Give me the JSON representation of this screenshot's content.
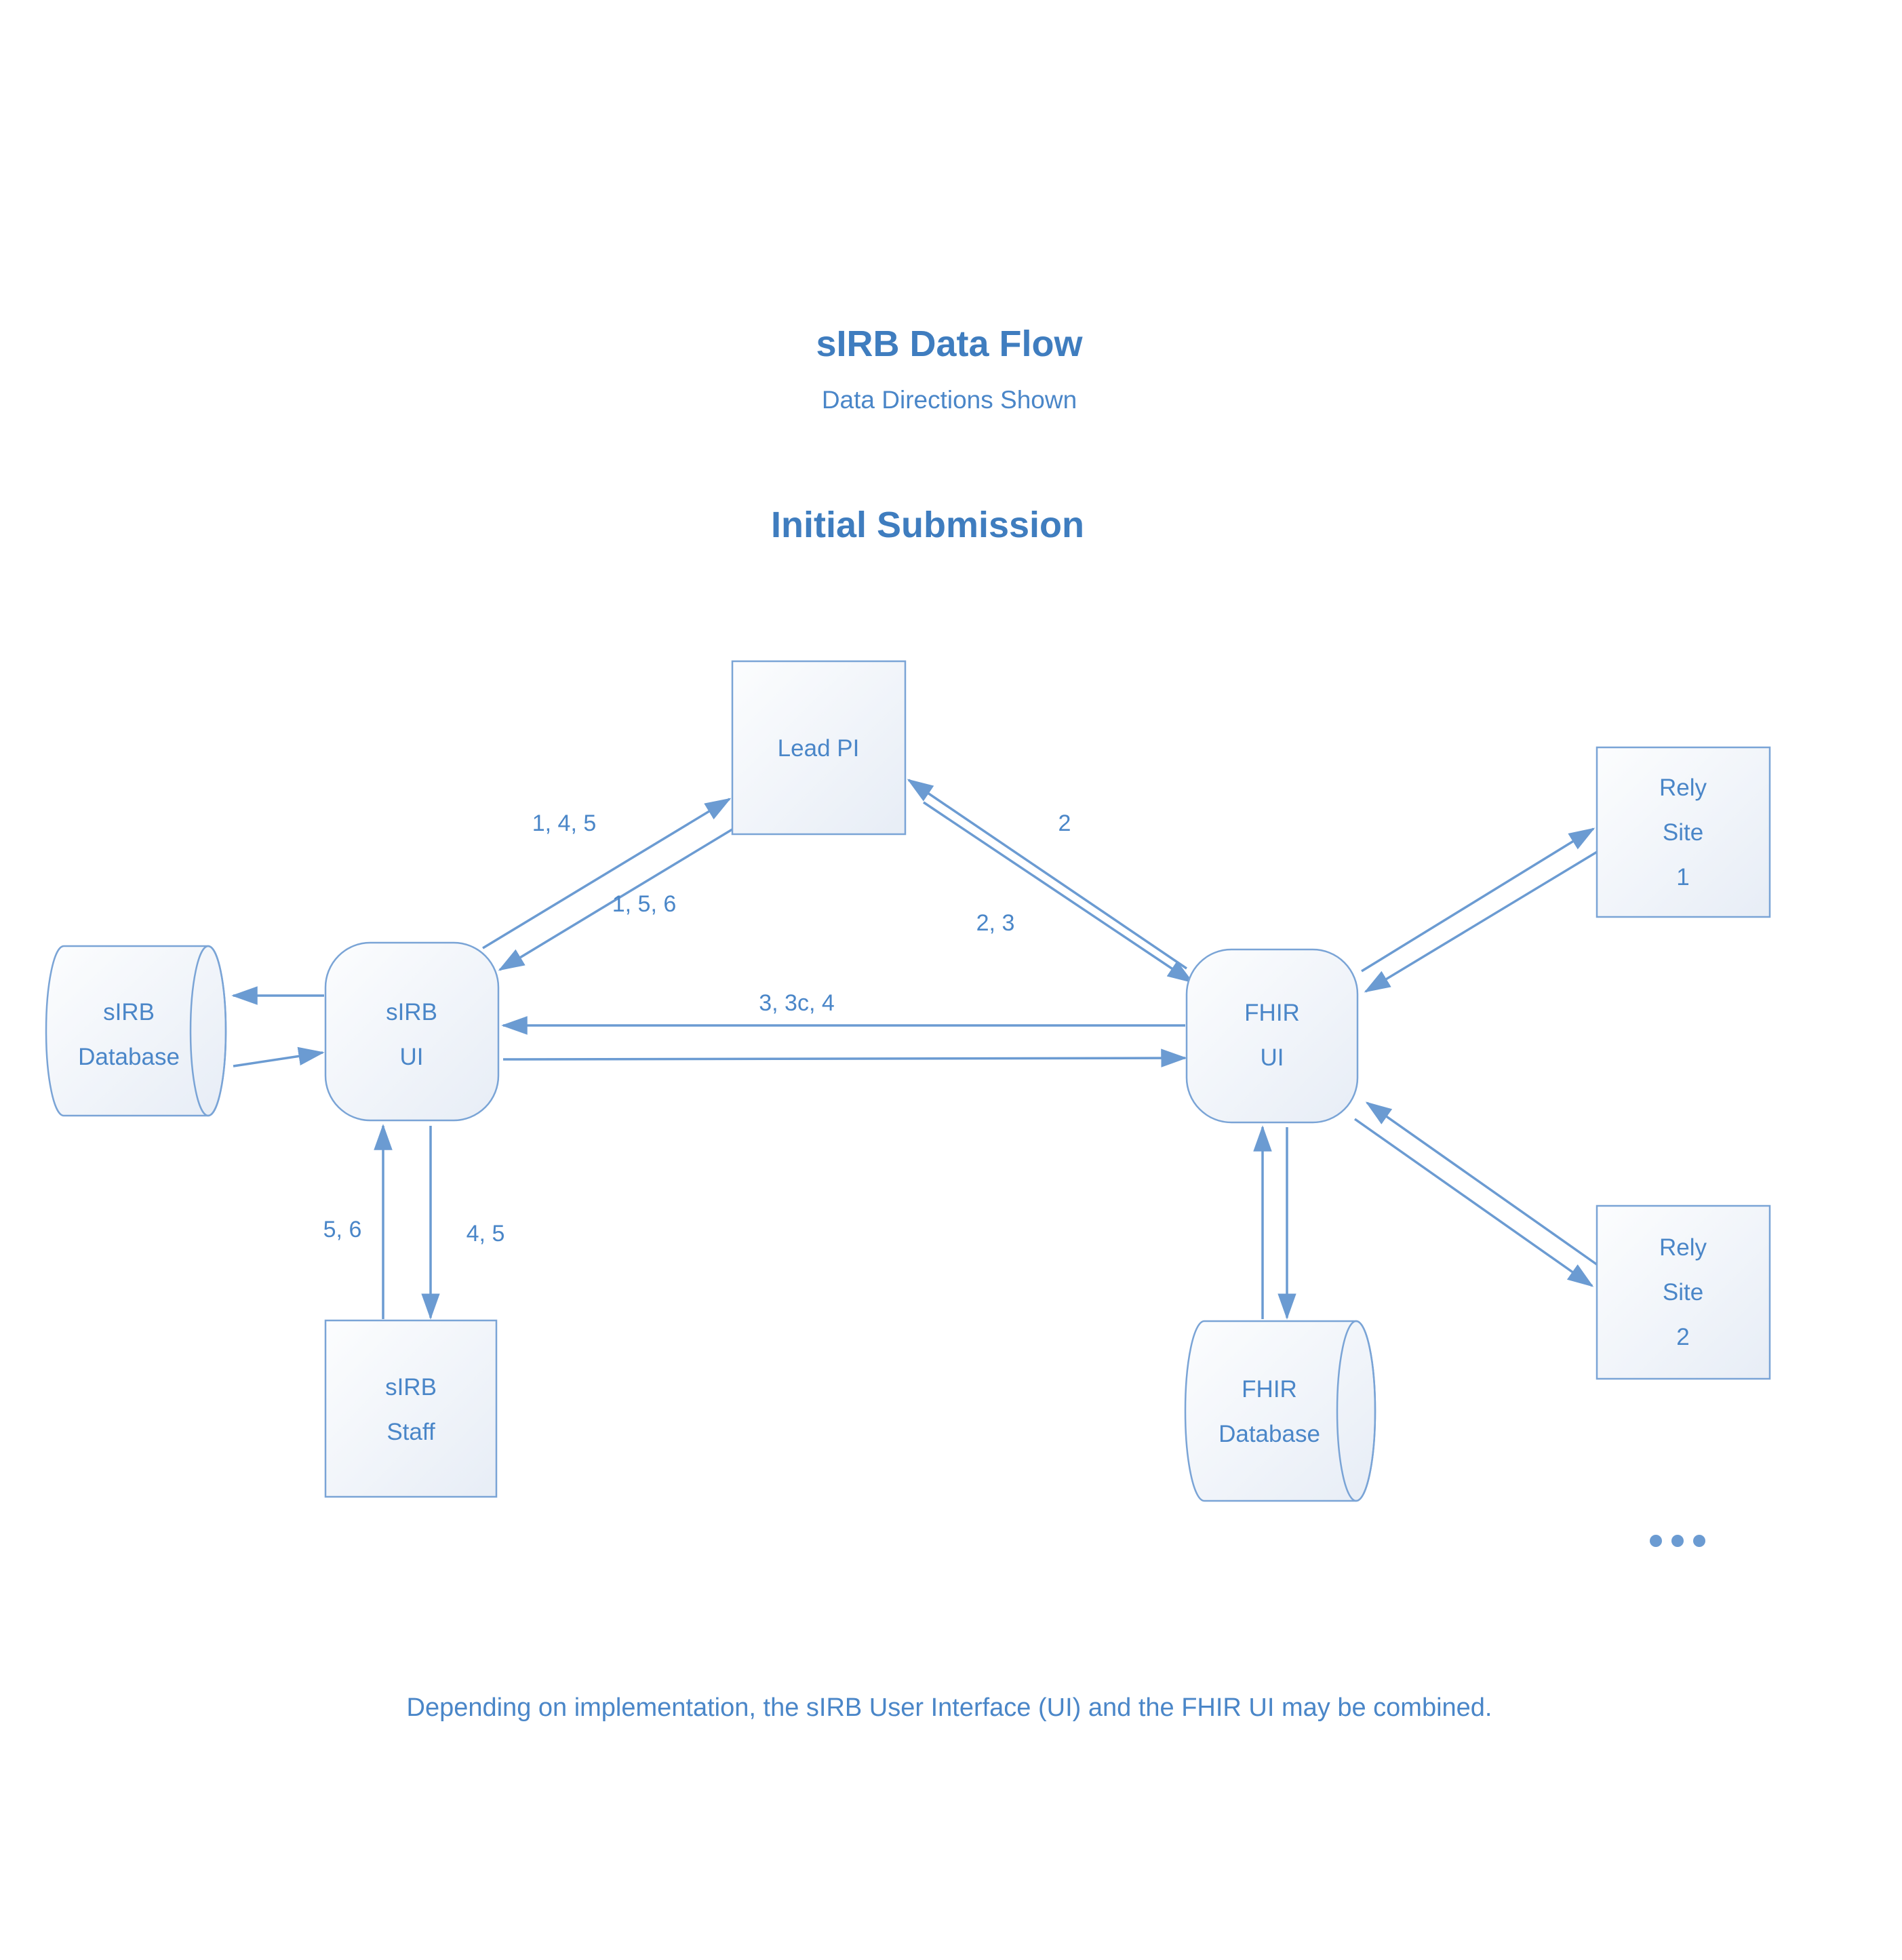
{
  "title": "sIRB Data Flow",
  "subtitle": "Data Directions Shown",
  "section_heading": "Initial Submission",
  "nodes": {
    "lead_pi": {
      "label": "Lead PI"
    },
    "sirb_database": {
      "line1": "sIRB",
      "line2": "Database"
    },
    "sirb_ui": {
      "line1": "sIRB",
      "line2": "UI"
    },
    "fhir_ui": {
      "line1": "FHIR",
      "line2": "UI"
    },
    "sirb_staff": {
      "line1": "sIRB",
      "line2": "Staff"
    },
    "fhir_database": {
      "line1": "FHIR",
      "line2": "Database"
    },
    "rely_site_1": {
      "line1": "Rely",
      "line2": "Site",
      "line3": "1"
    },
    "rely_site_2": {
      "line1": "Rely",
      "line2": "Site",
      "line3": "2"
    }
  },
  "edge_labels": {
    "sirb_ui_to_lead_pi": "1, 4, 5",
    "lead_pi_to_sirb_ui": "1, 5, 6",
    "fhir_ui_to_lead_pi": "2",
    "lead_pi_to_fhir_ui": "2, 3",
    "fhir_ui_to_sirb_ui": "3, 3c, 4",
    "sirb_staff_to_sirb_ui": "5, 6",
    "sirb_ui_to_sirb_staff": "4, 5"
  },
  "footer_note": "Depending on implementation, the sIRB User Interface (UI) and the FHIR UI may be combined.",
  "colors": {
    "accent": "#6b9bd2",
    "text": "#4a86c8",
    "title": "#3f7dbf",
    "shape_fill_light": "#fcfdfe",
    "shape_fill_dark": "#e7edf6"
  }
}
